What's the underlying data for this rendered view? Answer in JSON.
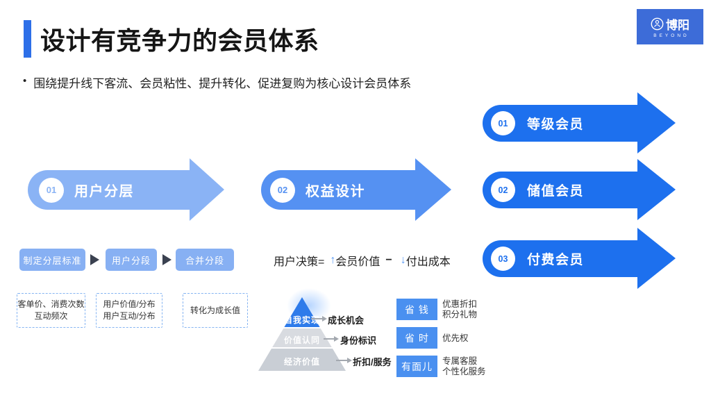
{
  "slide": {
    "title": "设计有竞争力的会员体系",
    "bullet_marker": "•",
    "bullet": "围绕提升线下客流、会员粘性、提升转化、促进复购为核心设计会员体系"
  },
  "logo": {
    "name": "博阳",
    "subtitle": "BEYOND"
  },
  "colors": {
    "accent": "#2d6fe8",
    "light_blue": "#8ab3f5",
    "mid_blue": "#5591f2",
    "strong_blue": "#1d70ee",
    "badge_blue": "#4a90f0",
    "pyramid_top": "#2e7bea",
    "pyramid_mid": "#d8dbe0",
    "pyramid_bottom": "#c9ced5"
  },
  "process": {
    "steps": [
      {
        "num": "01",
        "label": "用户分层"
      },
      {
        "num": "02",
        "label": "权益设计"
      }
    ],
    "outcomes": [
      {
        "num": "01",
        "label": "等级会员"
      },
      {
        "num": "02",
        "label": "储值会员"
      },
      {
        "num": "03",
        "label": "付费会员"
      }
    ]
  },
  "segmentation": {
    "buttons": [
      "制定分层标准",
      "用户分段",
      "合并分段"
    ],
    "boxes": [
      {
        "line1": "客单价、消费次数",
        "line2": "互动频次"
      },
      {
        "line1": "用户价值/分布",
        "line2": "用户互动/分布"
      },
      {
        "line1": "转化为成长值"
      }
    ]
  },
  "formula": {
    "lhs": "用户决策=",
    "up_arrow": "↑",
    "term1": "会员价值",
    "minus": "−",
    "down_arrow": "↓",
    "term2": "付出成本"
  },
  "pyramid": {
    "tiers": [
      {
        "label": "自我实现",
        "benefit": "成长机会"
      },
      {
        "label": "价值认同",
        "benefit": "身份标识"
      },
      {
        "label": "经济价值",
        "benefit": "折扣/服务"
      }
    ]
  },
  "benefits": [
    {
      "tag": "省 钱",
      "desc1": "优惠折扣",
      "desc2": "积分礼物"
    },
    {
      "tag": "省 时",
      "desc1": "优先权"
    },
    {
      "tag": "有面儿",
      "desc1": "专属客服",
      "desc2": "个性化服务"
    }
  ]
}
